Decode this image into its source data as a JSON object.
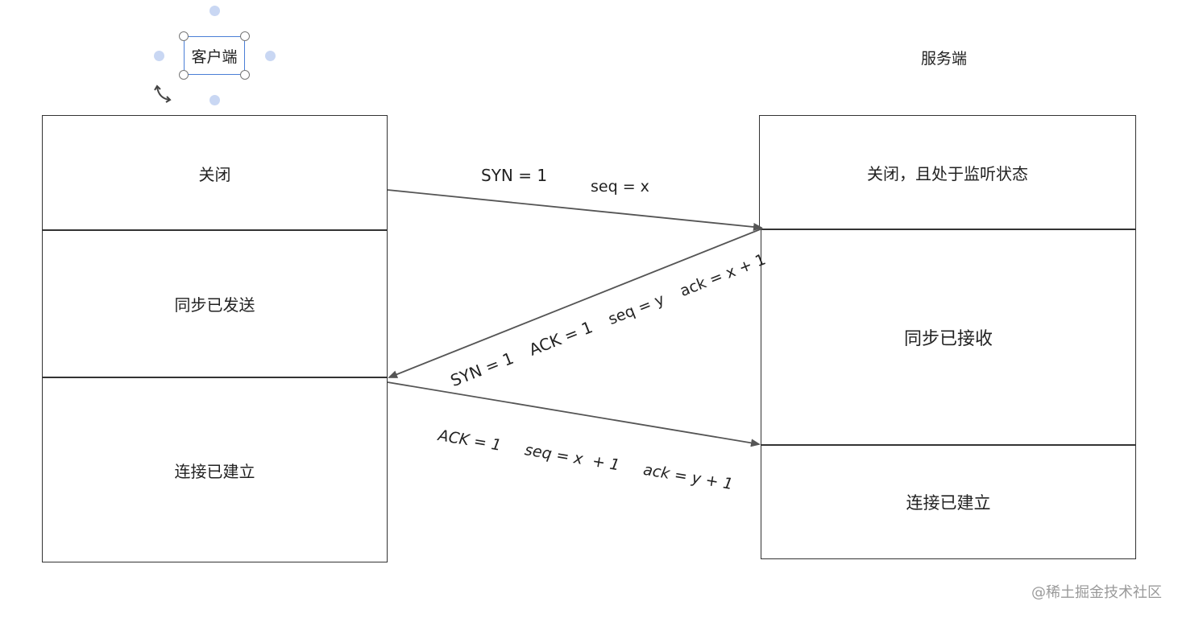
{
  "client": {
    "title": "客户端",
    "states": [
      "关闭",
      "同步已发送",
      "连接已建立"
    ]
  },
  "server": {
    "title": "服务端",
    "states": [
      "关闭，且处于监听状态",
      "同步已接收",
      "连接已建立"
    ]
  },
  "messages": {
    "m1": {
      "flag": "SYN = 1",
      "seq": "seq = x"
    },
    "m2": {
      "flag": "SYN = 1",
      "ack_flag": "ACK = 1",
      "seq": "seq = y",
      "ack": "ack = x + 1"
    },
    "m3": {
      "flag": "ACK = 1",
      "seq": "seq = x  + 1",
      "ack": "ack = y + 1"
    }
  },
  "watermark": "@稀土掘金技术社区",
  "colors": {
    "selection": "#4a7fd6",
    "handle_dot": "#c9d7f3",
    "line": "#555555"
  }
}
